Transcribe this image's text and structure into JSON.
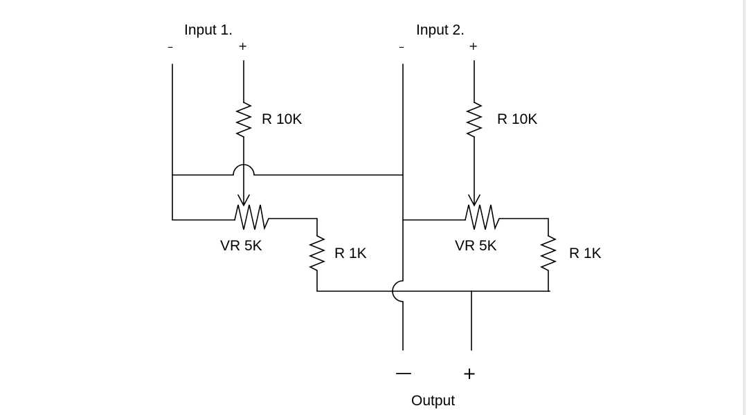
{
  "diagram": {
    "input1": {
      "title": "Input 1.",
      "minus": "–",
      "plus": "+"
    },
    "input2": {
      "title": "Input 2.",
      "minus": "–",
      "plus": "+"
    },
    "stage1": {
      "series_resistor": "R 10K",
      "potentiometer": "VR 5K",
      "load_resistor": "R 1K"
    },
    "stage2": {
      "series_resistor": "R 10K",
      "potentiometer": "VR 5K",
      "load_resistor": "R 1K"
    },
    "output": {
      "title": "Output",
      "minus": "—",
      "plus": "+"
    }
  },
  "colors": {
    "line": "#000000",
    "background": "#ffffff"
  }
}
